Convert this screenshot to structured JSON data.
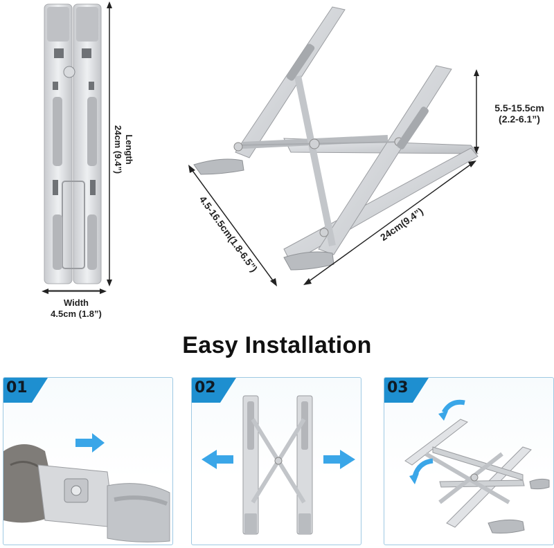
{
  "dimensions": {
    "length_label": "Length",
    "length_value": "24cm (9.4”)",
    "width_label": "Width",
    "width_value": "4.5cm (1.8”)",
    "height_value": "5.5-15.5cm",
    "height_value_in": "(2.2-6.1”)",
    "depth_value": "4.5-16.5cm(1.8-6.5”)",
    "base_length_value": "24cm(9.4”)"
  },
  "section_title": "Easy Installation",
  "steps": [
    {
      "number": "01"
    },
    {
      "number": "02"
    },
    {
      "number": "03"
    }
  ],
  "colors": {
    "accent": "#1e8fd0",
    "panel_border": "#9ec9e3",
    "arrow_blue": "#3aa6e8",
    "aluminum": "#d5d7da"
  }
}
